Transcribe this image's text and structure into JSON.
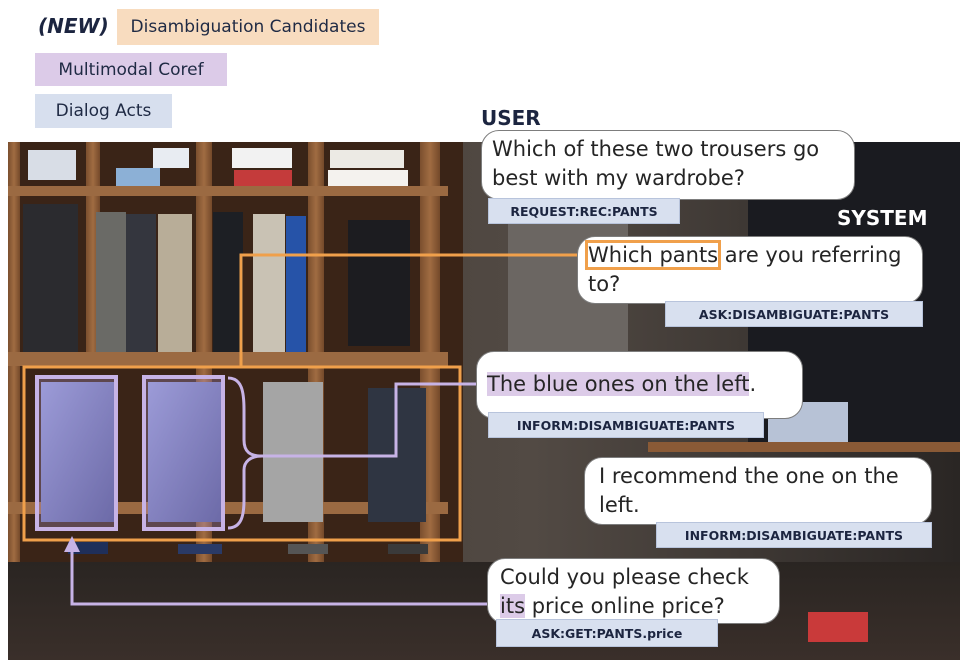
{
  "legend": {
    "new_label": "(NEW)",
    "disambiguation_label": "Disambiguation Candidates",
    "coref_label": "Multimodal Coref",
    "dialog_acts_label": "Dialog Acts"
  },
  "roles": {
    "user": "USER",
    "system": "SYSTEM"
  },
  "turns": [
    {
      "speaker": "user",
      "text": "Which of these two trousers go best with my wardrobe?",
      "act": "REQUEST:REC:PANTS"
    },
    {
      "speaker": "system",
      "text_highlight": "Which pants",
      "text_rest": " are you referring to?",
      "act": "ASK:DISAMBIGUATE:PANTS"
    },
    {
      "speaker": "user",
      "text_highlight": "The blue ones on the left",
      "text_rest": ".",
      "act": "INFORM:DISAMBIGUATE:PANTS"
    },
    {
      "speaker": "system",
      "text": "I recommend the one on the left.",
      "act": "INFORM:DISAMBIGUATE:PANTS"
    },
    {
      "speaker": "user",
      "text_pre": "Could you please check ",
      "text_highlight": "its",
      "text_rest": " price online price?",
      "act": "ASK:GET:PANTS.price"
    }
  ],
  "colors": {
    "disambiguation": "#f0a04b",
    "coref": "#c7b3e6",
    "dialog_act": "#d8e0ef",
    "wood": "#8a5a36",
    "wood_dark": "#5b3a22",
    "pants_blue": "#6f79b8",
    "pants_gray": "#9a9a9a",
    "pants_dark": "#2f3542"
  }
}
